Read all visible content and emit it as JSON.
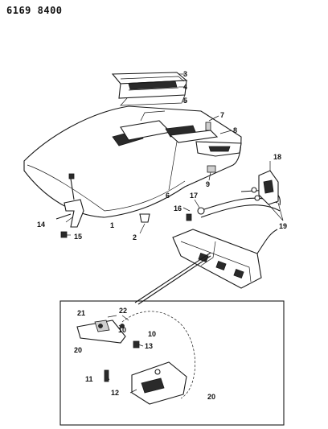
{
  "header": {
    "code": "6169 8400"
  },
  "callouts": {
    "c1": "1",
    "c2": "2",
    "c3": "3",
    "c4": "4",
    "c5": "5",
    "c6": "6",
    "c7": "7",
    "c8": "8",
    "c9": "9",
    "c10a": "10",
    "c10b": "10",
    "c11": "11",
    "c12": "12",
    "c13": "13",
    "c14": "14",
    "c15": "15",
    "c16": "16",
    "c17": "17",
    "c18": "18",
    "c19": "19",
    "c20a": "20",
    "c20b": "20",
    "c21": "21",
    "c22": "22"
  }
}
